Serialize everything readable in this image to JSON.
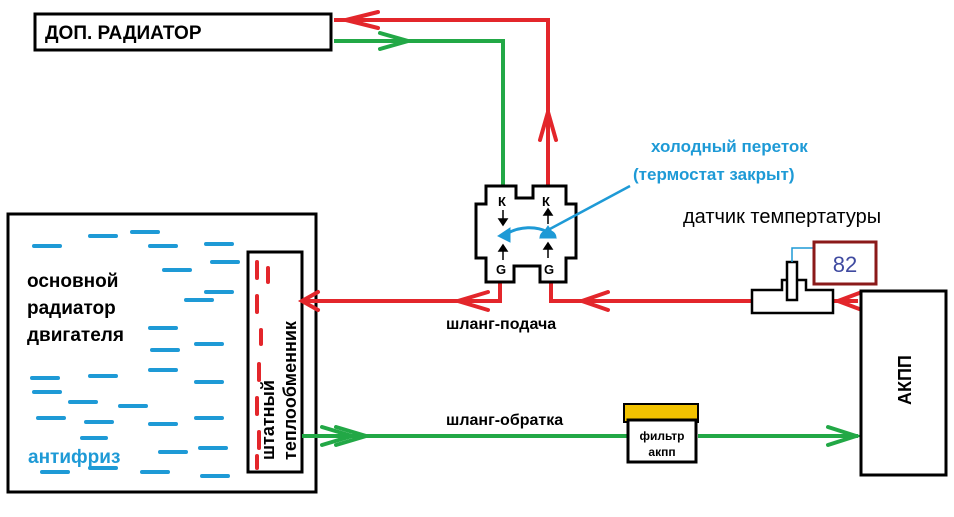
{
  "labels": {
    "aux_radiator": "ДОП. РАДИАТОР",
    "main_radiator_line1": "основной",
    "main_radiator_line2": "радиатор",
    "main_radiator_line3": "двигателя",
    "antifreeze": "антифриз",
    "heat_exchanger_line1": "штатный",
    "heat_exchanger_line2": "теплообменник",
    "cold_bypass_line1": "холодный переток",
    "cold_bypass_line2": "(термостат закрыт)",
    "temp_sensor": "датчик темпертатуры",
    "temp_value": "82",
    "supply_hose": "шланг-подача",
    "return_hose": "шланг-обратка",
    "filter_line1": "фильтр",
    "filter_line2": "акпп",
    "transmission": "АКПП",
    "thermostat_port_k": "К",
    "thermostat_port_g": "G"
  },
  "colors": {
    "hot_line": "#e3262b",
    "cold_line": "#22a846",
    "coolant": "#1e9ad6",
    "annotation": "#1e9ad6",
    "sensor_box_border": "#8b1a1a",
    "sensor_value": "#3f4aa0",
    "filter_cap": "#f2c200",
    "outline": "#000000"
  }
}
